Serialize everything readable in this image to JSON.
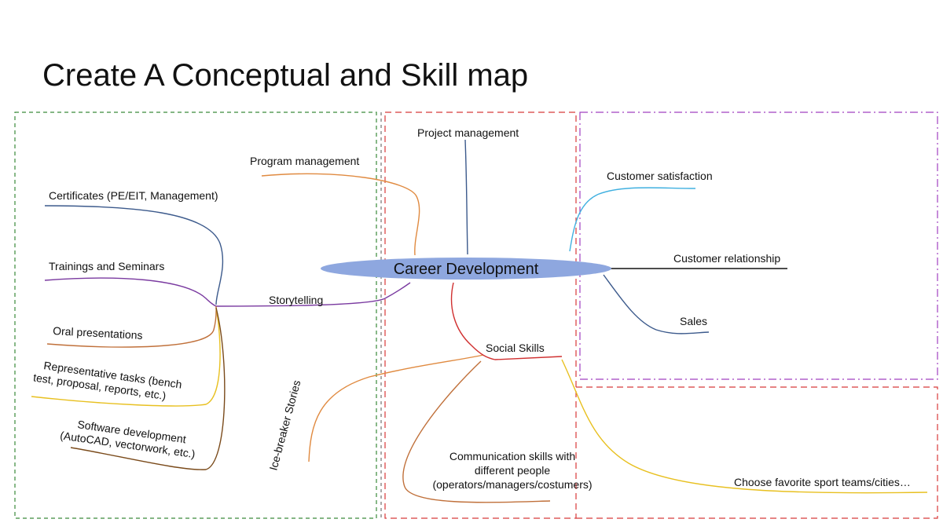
{
  "title": "Create A Conceptual and Skill map",
  "center": {
    "label": "Career Development",
    "color": "#8ea7df"
  },
  "nodes": {
    "project_management": "Project management",
    "program_management": "Program management",
    "certificates": "Certificates (PE/EIT, Management)",
    "trainings": "Trainings and Seminars",
    "storytelling": "Storytelling",
    "oral_presentations": "Oral presentations",
    "representative_tasks": [
      "Representative tasks (bench",
      "test, proposal, reports, etc.)"
    ],
    "software_development": [
      "Software development",
      "(AutoCAD, vectorwork, etc.)"
    ],
    "icebreaker": "Ice-breaker Stories",
    "social_skills": "Social Skills",
    "communication": [
      "Communication skills with",
      "different people",
      "(operators/managers/costumers)"
    ],
    "sport_teams": "Choose favorite sport teams/cities…",
    "customer_satisfaction": "Customer satisfaction",
    "customer_relationship": "Customer relationship",
    "sales": "Sales"
  },
  "colors": {
    "group_left_border": "#3a8a3a",
    "group_middle_border": "#d83a3a",
    "group_right_border": "#a040c0",
    "blue_dark": "#3c5a8c",
    "orange": "#e08a40",
    "purple": "#7a3aa0",
    "brown_orange": "#c0703a",
    "yellow": "#e8c020",
    "brown": "#7a4a1a",
    "red": "#d03030",
    "light_blue": "#40b0e0",
    "black": "#111111"
  }
}
